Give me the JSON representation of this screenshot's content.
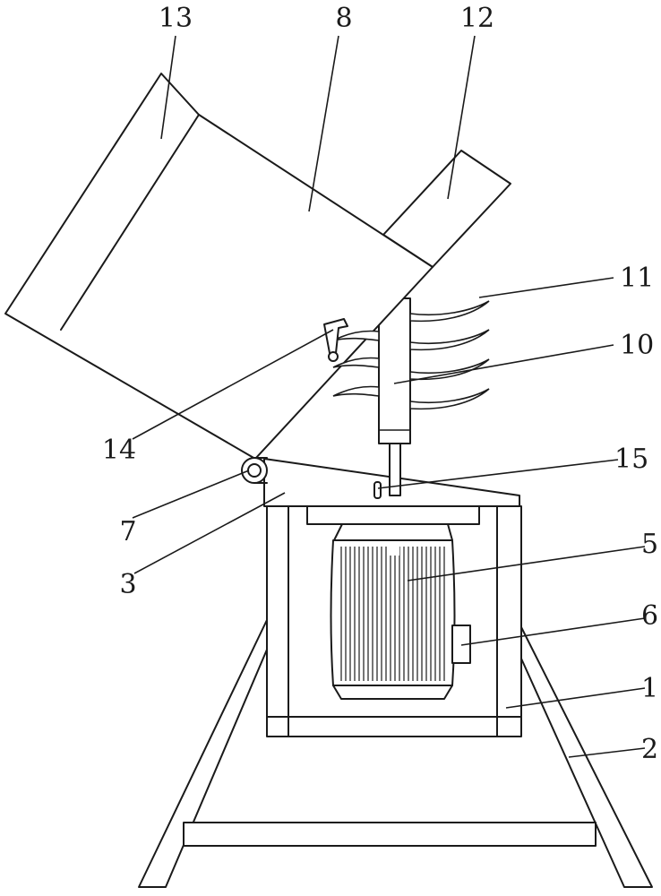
{
  "colors": {
    "stroke": "#1a1a1a",
    "background": "#ffffff"
  },
  "labels": {
    "n1": "1",
    "n2": "2",
    "n3": "3",
    "n5": "5",
    "n6": "6",
    "n7": "7",
    "n8": "8",
    "n10": "10",
    "n11": "11",
    "n12": "12",
    "n13": "13",
    "n14": "14",
    "n15": "15"
  }
}
